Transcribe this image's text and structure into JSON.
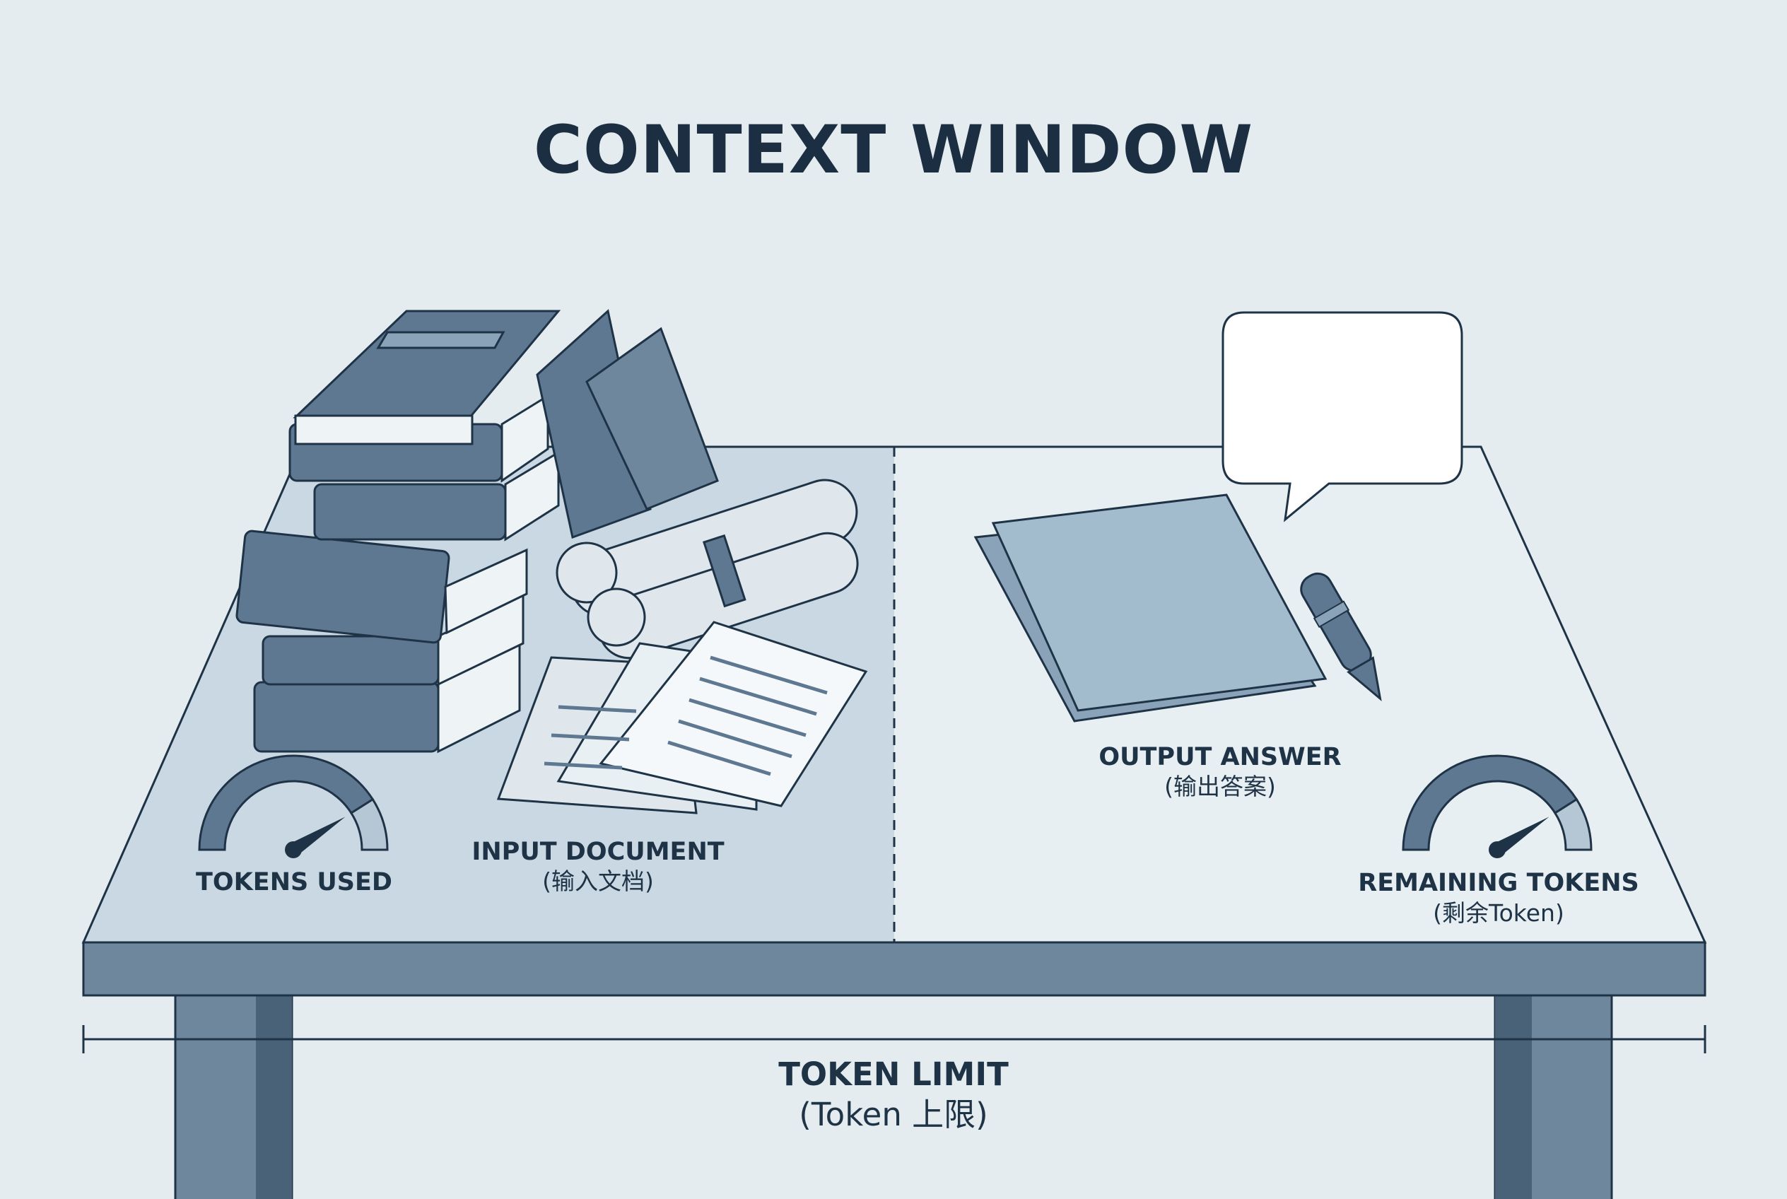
{
  "title": "CONTEXT WINDOW",
  "labels": {
    "tokens_used": "TOKENS USED",
    "input_document": "INPUT DOCUMENT",
    "input_document_sub": "(输入文档)",
    "output_answer": "OUTPUT ANSWER",
    "output_answer_sub": "(输出答案)",
    "remaining_tokens": "REMAINING TOKENS",
    "remaining_tokens_sub": "(剩余Token)",
    "token_limit": "TOKEN LIMIT",
    "token_limit_sub": "(Token 上限)"
  },
  "gauges": {
    "tokens_used": {
      "level": 0.82
    },
    "remaining_tokens": {
      "level": 0.82
    }
  },
  "colors": {
    "background": "#e4ecf0",
    "outline": "#1f3347",
    "book": "#5e7891",
    "book_light": "#8aa3b8",
    "desk_used": "#c9d8e2",
    "desk_free": "#e8eff3",
    "paper": "#e9f0f4",
    "folder": "#a3bccd",
    "bubble": "#ffffff"
  }
}
